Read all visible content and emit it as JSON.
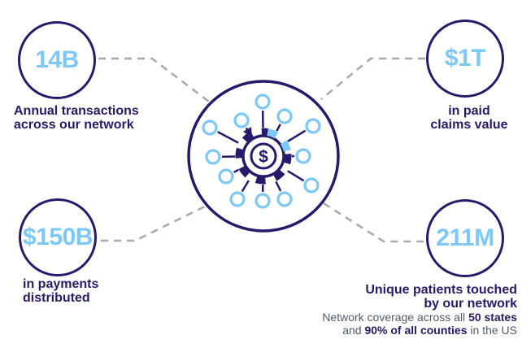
{
  "title": "Network statistics infographic",
  "colors": {
    "navy": "#261A6B",
    "light_blue": "#7CC8F7",
    "dash_gray": "#A8A8A8",
    "slate_gray": "#4E5B68"
  },
  "hub": {
    "icon": "gear-dollar-network-hub",
    "dollar_symbol": "$"
  },
  "stats": {
    "top_left": {
      "value": "14B",
      "label_lines": [
        "Annual transactions",
        "across our network"
      ]
    },
    "top_right": {
      "value": "$1T",
      "label_lines": [
        "in paid",
        "claims value"
      ]
    },
    "bottom_left": {
      "value": "$150B",
      "label_lines": [
        "in payments",
        "distributed"
      ]
    },
    "bottom_right": {
      "value": "211M",
      "label_lines": [
        "Unique patients touched",
        "by our network"
      ],
      "coverage": {
        "part1": "Network coverage across all",
        "bold1": "50 states",
        "part2": "and",
        "bold2": "90% of all counties",
        "part3": "in the US"
      }
    }
  }
}
